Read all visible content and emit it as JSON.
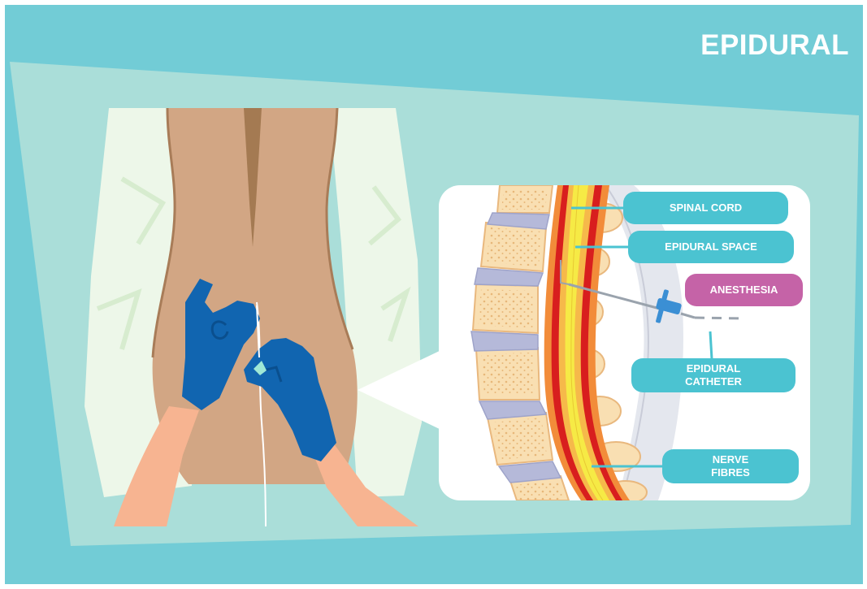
{
  "title": "EPIDURAL",
  "labels": {
    "spinal_cord": "SPINAL CORD",
    "epidural_space": "EPIDURAL SPACE",
    "anesthesia": "ANESTHESIA",
    "epidural_catheter": [
      "EPIDURAL",
      "CATHETER"
    ],
    "nerve_fibres": [
      "NERVE",
      "FIBRES"
    ]
  },
  "colors": {
    "background": "#72ccd6",
    "panel": "#aaded9",
    "skin": "#d2a684",
    "glove": "#1165b0",
    "label_teal": "#4bc3d1",
    "label_pink": "#c563a7"
  }
}
